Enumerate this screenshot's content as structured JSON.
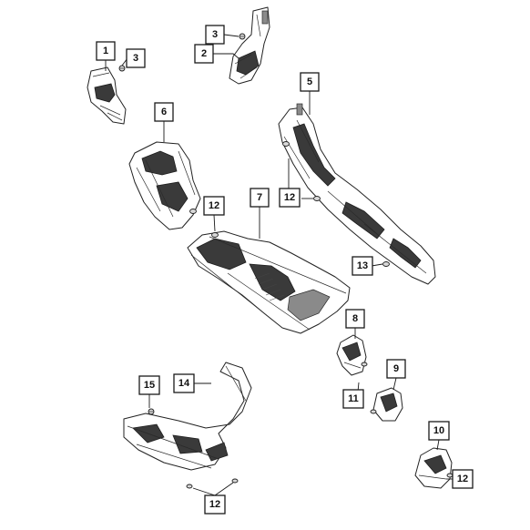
{
  "diagram": {
    "callouts": [
      {
        "id": "c1",
        "label": "1"
      },
      {
        "id": "c3a",
        "label": "3"
      },
      {
        "id": "c3b",
        "label": "3"
      },
      {
        "id": "c2",
        "label": "2"
      },
      {
        "id": "c5",
        "label": "5"
      },
      {
        "id": "c6",
        "label": "6"
      },
      {
        "id": "c12a",
        "label": "12"
      },
      {
        "id": "c7",
        "label": "7"
      },
      {
        "id": "c12b",
        "label": "12"
      },
      {
        "id": "c13",
        "label": "13"
      },
      {
        "id": "c8",
        "label": "8"
      },
      {
        "id": "c9",
        "label": "9"
      },
      {
        "id": "c11",
        "label": "11"
      },
      {
        "id": "c15",
        "label": "15"
      },
      {
        "id": "c14",
        "label": "14"
      },
      {
        "id": "c10",
        "label": "10"
      },
      {
        "id": "c12c",
        "label": "12"
      },
      {
        "id": "c12d",
        "label": "12"
      }
    ],
    "colors": {
      "line": "#1a1a1a",
      "fill": "#ffffff",
      "shade": "#3a3a3a"
    }
  }
}
